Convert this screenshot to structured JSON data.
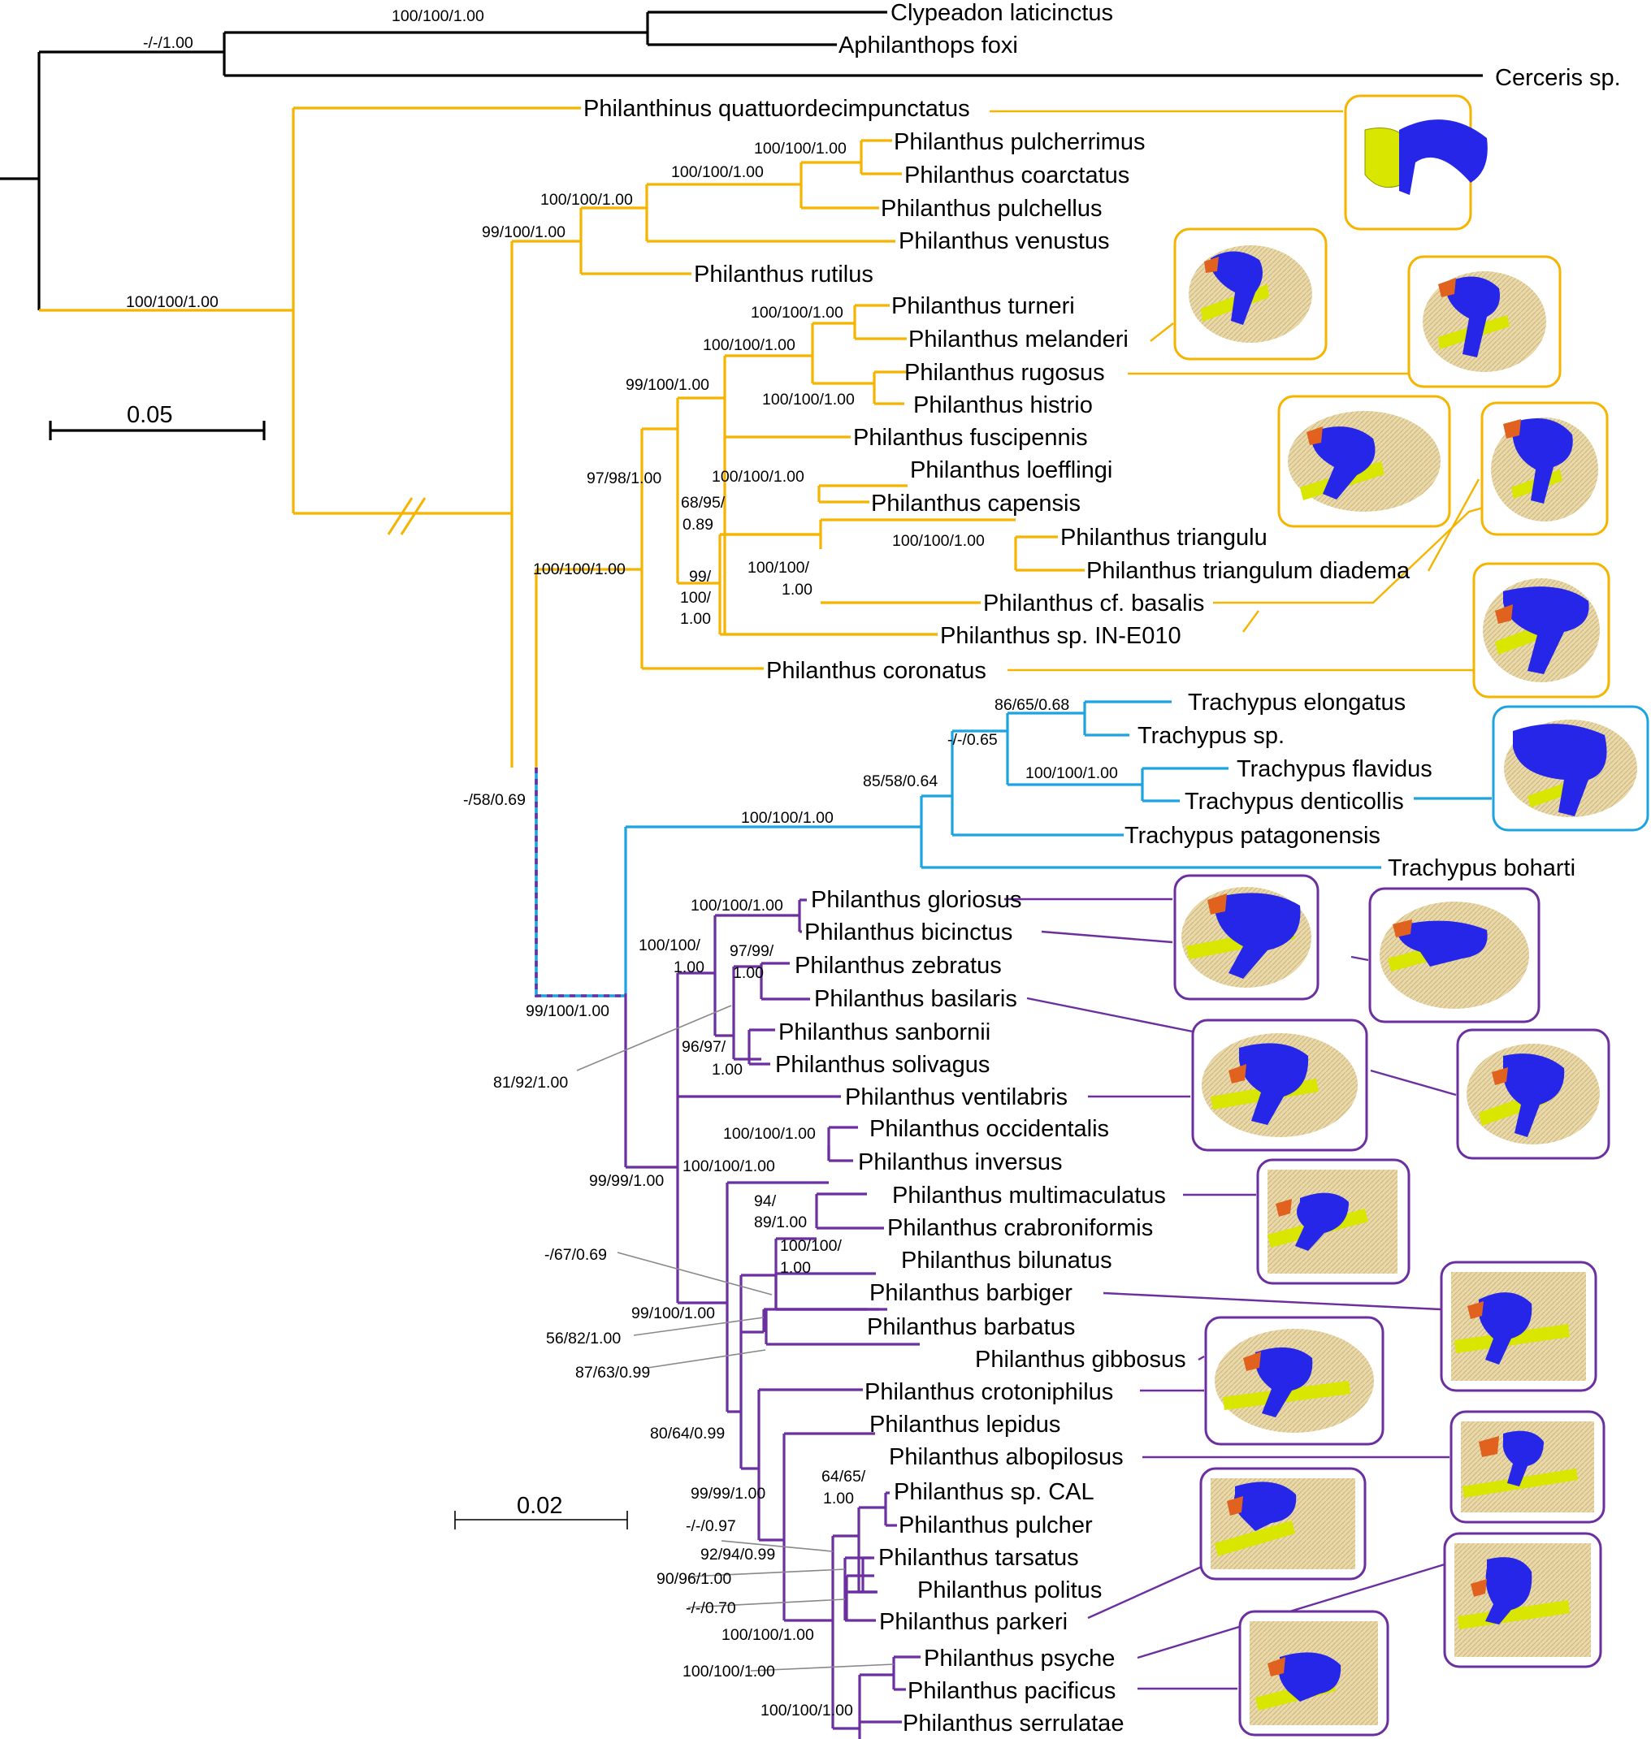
{
  "colors": {
    "outgroup": "#000000",
    "philanthinus_philanthus_clade": "#f5b400",
    "trachypus_clade": "#1da3e0",
    "philanthus_purple_clade": "#6b2fa0",
    "support_leader": "#888888",
    "ampoule_blue": "#2626e8",
    "ampoule_yellow": "#d9e600",
    "ampoule_orange": "#e0621e",
    "thumb_background": "#e3d2a2"
  },
  "taxa": [
    "Clypeadon laticinctus",
    "Aphilanthops foxi",
    "Cerceris sp.",
    "Philanthinus quattuordecimpunctatus",
    "Philanthus pulcherrimus",
    "Philanthus coarctatus",
    "Philanthus pulchellus",
    "Philanthus venustus",
    "Philanthus rutilus",
    "Philanthus turneri",
    "Philanthus melanderi",
    "Philanthus rugosus",
    "Philanthus histrio",
    "Philanthus fuscipennis",
    "Philanthus loefflingi",
    "Philanthus capensis",
    "Philanthus triangulu",
    "Philanthus triangulum diadema",
    "Philanthus cf. basalis",
    "Philanthus sp. IN-E010",
    "Philanthus coronatus",
    "Trachypus elongatus",
    "Trachypus sp.",
    "Trachypus flavidus",
    "Trachypus denticollis",
    "Trachypus patagonensis",
    "Trachypus boharti",
    "Philanthus gloriosus",
    "Philanthus bicinctus",
    "Philanthus zebratus",
    "Philanthus basilaris",
    "Philanthus sanbornii",
    "Philanthus solivagus",
    "Philanthus ventilabris",
    "Philanthus occidentalis",
    "Philanthus inversus",
    "Philanthus multimaculatus",
    "Philanthus crabroniformis",
    "Philanthus bilunatus",
    "Philanthus barbiger",
    "Philanthus barbatus",
    "Philanthus gibbosus",
    "Philanthus crotoniphilus",
    "Philanthus lepidus",
    "Philanthus albopilosus",
    "Philanthus sp. CAL",
    "Philanthus pulcher",
    "Philanthus tarsatus",
    "Philanthus politus",
    "Philanthus parkeri",
    "Philanthus psyche",
    "Philanthus pacificus",
    "Philanthus serrulatae"
  ],
  "support_labels": [
    "100/100/1.00",
    "-/-/1.00",
    "100/100/1.00",
    "100/100/1.00",
    "100/100/1.00",
    "100/100/1.00",
    "99/100/1.00",
    "100/100/1.00",
    "100/100/1.00",
    "99/100/1.00",
    "100/100/1.00",
    "97/98/1.00",
    "100/100/1.00",
    "68/95/",
    "0.89",
    "100/100/1.00",
    "100/100/",
    "1.00",
    "99/",
    "100/",
    "1.00",
    "100/100/1.00",
    "86/65/0.68",
    "-/-/0.65",
    "100/100/1.00",
    "85/58/0.64",
    "100/100/1.00",
    "-/58/0.69",
    "100/100/1.00",
    "100/100/",
    "1.00",
    "97/99/",
    "1.00",
    "96/97/",
    "1.00",
    "99/100/1.00",
    "81/92/1.00",
    "99/99/1.00",
    "100/100/1.00",
    "100/100/1.00",
    "94/",
    "89/1.00",
    "100/100/",
    "1.00",
    "-/67/0.69",
    "99/100/1.00",
    "56/82/1.00",
    "87/63/0.99",
    "80/64/0.99",
    "64/65/",
    "1.00",
    "99/99/1.00",
    "-/-/0.97",
    "92/94/0.99",
    "90/96/1.00",
    "-/-/0.70",
    "100/100/1.00",
    "100/100/1.00",
    "100/100/1.00"
  ],
  "scale_bars": [
    "0.05",
    "0.02"
  ]
}
